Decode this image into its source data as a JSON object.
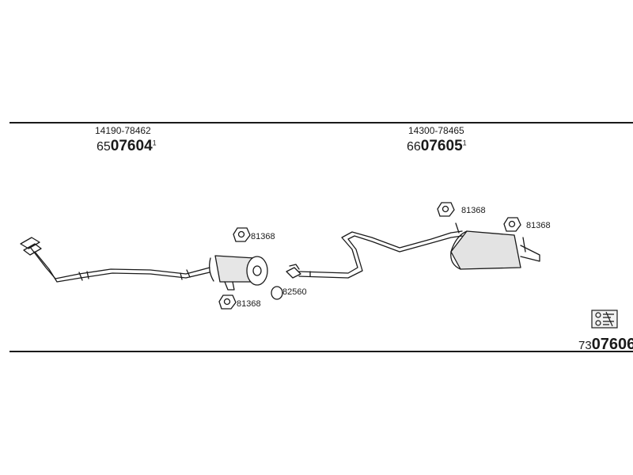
{
  "sections": [
    {
      "oem": "14190-78462",
      "prefix": "65",
      "number": "07604",
      "sup": "1"
    },
    {
      "oem": "14300-78465",
      "prefix": "66",
      "number": "07605",
      "sup": "1"
    }
  ],
  "labels": {
    "front_bracket_top": "81368",
    "front_bracket_bottom": "81368",
    "gasket": "82560",
    "rear_bracket_left": "81368",
    "rear_bracket_right": "81368"
  },
  "footer": {
    "prefix": "73",
    "number": "07606"
  }
}
